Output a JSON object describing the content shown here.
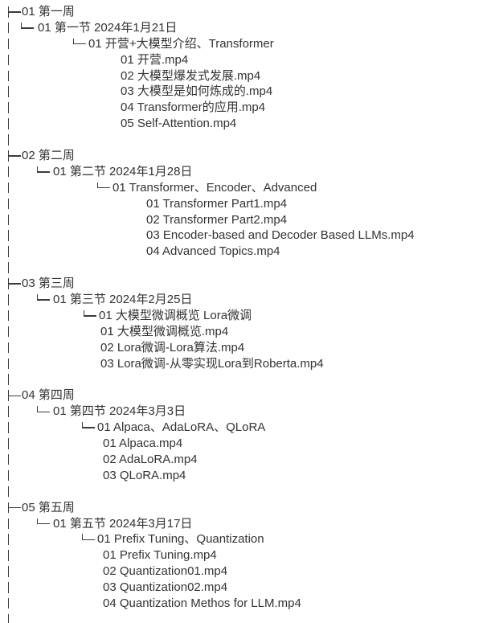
{
  "colors": {
    "background": "#ffffff",
    "text": "#333333",
    "tree_lines": "#3a3a3a"
  },
  "glyphs": {
    "branch": "├─",
    "corner": "└─",
    "pipe": "│"
  },
  "tree": {
    "weeks": [
      {
        "label": "01 第一周",
        "session": "01 第一节 2024年1月21日",
        "topic": "01 开营+大模型介绍、Transformer",
        "files": [
          "01 开营.mp4",
          "02 大模型爆发式发展.mp4",
          "03 大模型是如何炼成的.mp4",
          "04 Transformer的应用.mp4",
          "05 Self-Attention.mp4"
        ]
      },
      {
        "label": "02 第二周",
        "session": "01 第二节 2024年1月28日",
        "topic": "01 Transformer、Encoder、Advanced",
        "files": [
          "01 Transformer Part1.mp4",
          "02 Transformer Part2.mp4",
          "03 Encoder-based and Decoder Based LLMs.mp4",
          "04 Advanced Topics.mp4"
        ]
      },
      {
        "label": "03 第三周",
        "session": "01 第三节 2024年2月25日",
        "topic": "01 大模型微调概览 Lora微调",
        "files": [
          "01 大模型微调概览.mp4",
          "02 Lora微调-Lora算法.mp4",
          "03 Lora微调-从零实现Lora到Roberta.mp4"
        ]
      },
      {
        "label": "04 第四周",
        "session": "01 第四节 2024年3月3日",
        "topic": "01 Alpaca、AdaLoRA、QLoRA",
        "files": [
          "01 Alpaca.mp4",
          "02 AdaLoRA.mp4",
          "03 QLoRA.mp4"
        ]
      },
      {
        "label": "05 第五周",
        "session": "01 第五节 2024年3月17日",
        "topic": "01 Prefix Tuning、Quantization",
        "files": [
          "01 Prefix Tuning.mp4",
          "02 Quantization01.mp4",
          "03 Quantization02.mp4",
          "04 Quantization Methos for LLM.mp4"
        ]
      }
    ]
  }
}
